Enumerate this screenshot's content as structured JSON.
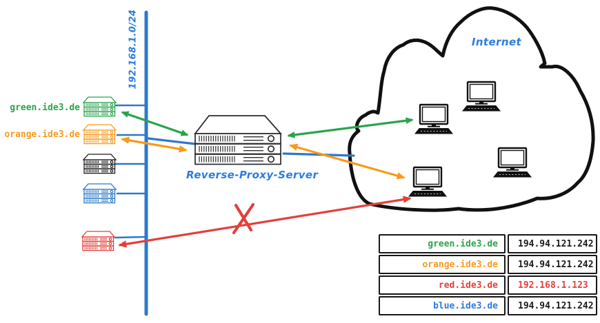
{
  "diagram_title": "reverse-proxy-network-diagram",
  "colors": {
    "blue_line": "#2e78c8",
    "handwriting_blue": "#2b7ce0",
    "green": "#2aa34c",
    "orange": "#f79a1d",
    "red": "#e2403a",
    "table_ink": "#161616"
  },
  "lan": {
    "cidr_label": "192.168.1.0/24"
  },
  "servers": {
    "green_label": "green.ide3.de",
    "orange_label": "orange.ide3.de"
  },
  "proxy": {
    "label": "Reverse-Proxy-Server"
  },
  "internet": {
    "label": "Internet"
  },
  "dns_table": {
    "rows": [
      {
        "host": "green.ide3.de",
        "ip": "194.94.121.242"
      },
      {
        "host": "orange.ide3.de",
        "ip": "194.94.121.242"
      },
      {
        "host": "red.ide3.de",
        "ip": "192.168.1.123"
      },
      {
        "host": "blue.ide3.de",
        "ip": "194.94.121.242"
      }
    ]
  },
  "icons": {
    "server_icon": "server-rack",
    "proxy_icon": "server-rack-large",
    "computer_icon": "desktop-computer",
    "cloud_icon": "cloud-outline",
    "blocked_icon": "red-x-cross"
  }
}
